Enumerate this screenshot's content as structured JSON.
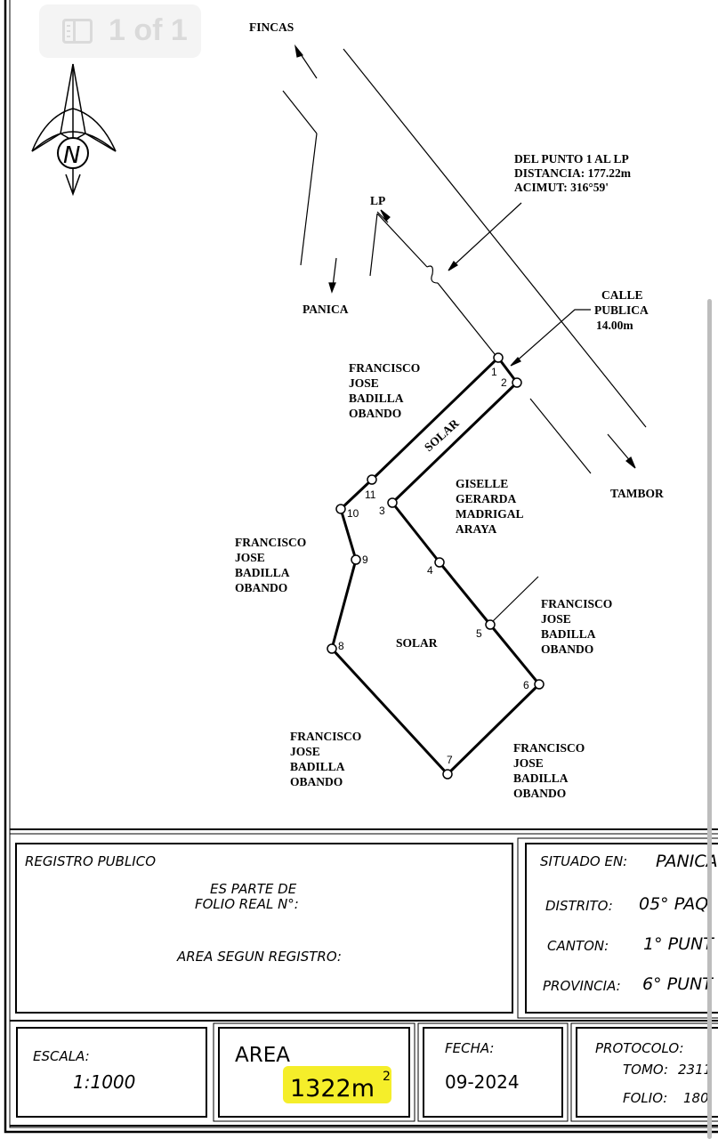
{
  "viewer": {
    "page_indicator": "1 of 1"
  },
  "compass": {
    "north_letter": "N"
  },
  "plan": {
    "labels": {
      "fincas": "FINCAS",
      "panica": "PANICA",
      "tambor": "TAMBOR",
      "lp": "LP",
      "tie_line_note": [
        "DEL PUNTO 1 AL LP",
        "DISTANCIA: 177.22m",
        "ACIMUT: 316°59'"
      ],
      "street_note": [
        "CALLE",
        "PUBLICA",
        "14.00m"
      ],
      "solar_upper": "SOLAR",
      "solar_main": "SOLAR"
    },
    "neighbors": {
      "north_west": [
        "FRANCISCO",
        "JOSE",
        "BADILLA",
        "OBANDO"
      ],
      "east": [
        "GISELLE",
        "GERARDA",
        "MADRIGAL",
        "ARAYA"
      ],
      "west": [
        "FRANCISCO",
        "JOSE",
        "BADILLA",
        "OBANDO"
      ],
      "south_east_upper": [
        "FRANCISCO",
        "JOSE",
        "BADILLA",
        "OBANDO"
      ],
      "south_west": [
        "FRANCISCO",
        "JOSE",
        "BADILLA",
        "OBANDO"
      ],
      "south_east_lower": [
        "FRANCISCO",
        "JOSE",
        "BADILLA",
        "OBANDO"
      ]
    },
    "vertex_labels": [
      "1",
      "2",
      "3",
      "4",
      "5",
      "6",
      "7",
      "8",
      "9",
      "10",
      "11"
    ]
  },
  "title_block": {
    "registro": {
      "title": "REGISTRO PUBLICO",
      "line1": "ES PARTE DE",
      "line2": "FOLIO REAL N°:",
      "line3": "AREA SEGUN REGISTRO:"
    },
    "situado": {
      "label": "SITUADO EN:",
      "value": "PANICA",
      "distrito_label": "DISTRITO:",
      "distrito_value": "05° PAQ",
      "canton_label": "CANTON:",
      "canton_value": "1° PUNT",
      "provincia_label": "PROVINCIA:",
      "provincia_value": "6° PUNT"
    },
    "escala": {
      "label": "ESCALA:",
      "value": "1:1000"
    },
    "area": {
      "label": "AREA",
      "value": "1322m",
      "unit_sup": "2"
    },
    "fecha": {
      "label": "FECHA:",
      "value": "09-2024"
    },
    "protocolo": {
      "label": "PROTOCOLO:",
      "tomo_label": "TOMO:",
      "tomo_value": "2311",
      "folio_label": "FOLIO:",
      "folio_value": "180"
    }
  },
  "colors": {
    "highlight": "#f5ee2a",
    "line": "#000000",
    "background": "#ffffff"
  }
}
